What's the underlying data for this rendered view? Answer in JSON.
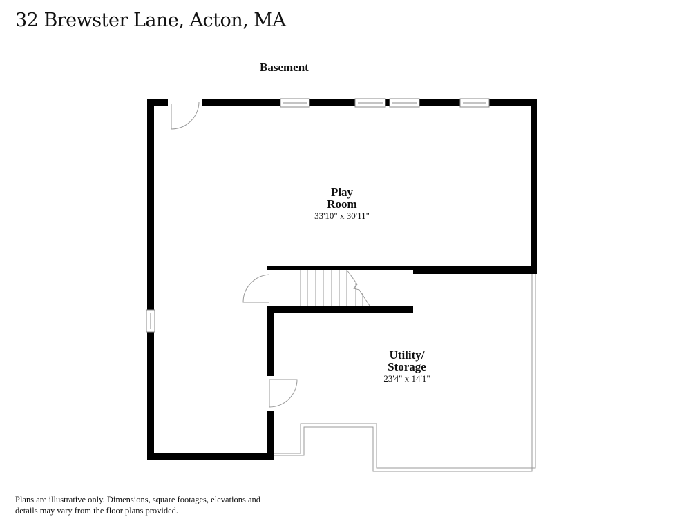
{
  "header": {
    "address": "32 Brewster Lane, Acton, MA"
  },
  "plan": {
    "floor_label": "Basement",
    "rooms": [
      {
        "name_line1": "Play",
        "name_line2": "Room",
        "dimensions": "33'10\" x 30'11\""
      },
      {
        "name_line1": "Utility/",
        "name_line2": "Storage",
        "dimensions": "23'4\" x 14'1\""
      }
    ]
  },
  "footer": {
    "disclaimer": "Plans are illustrative only. Dimensions, square footages, elevations and details may vary from the floor plans provided."
  }
}
